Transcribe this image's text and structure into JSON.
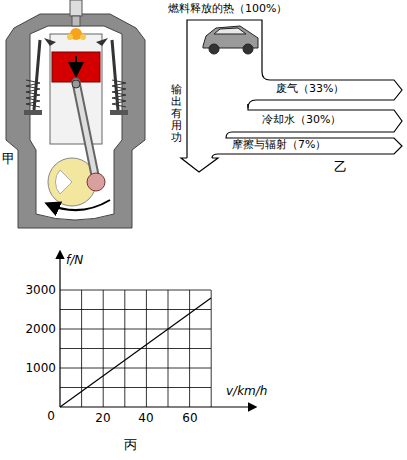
{
  "diagram": {
    "labels": [
      "甲",
      "燃料释放的热（100%）",
      "废气（33%）",
      "冷却水（30%）",
      "摩擦与辐射（7%）",
      "输出有用功",
      "乙",
      "f/N",
      "3000",
      "2000",
      "1000",
      "0",
      "20",
      "40",
      "60",
      "v/km/h",
      "丙"
    ]
  }
}
